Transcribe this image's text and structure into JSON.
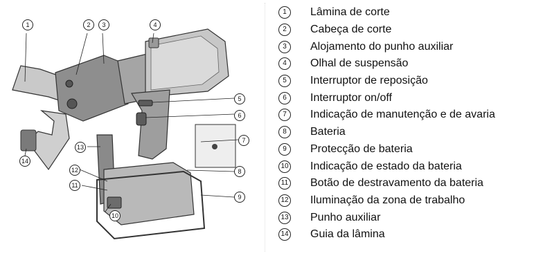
{
  "figure": {
    "callouts": [
      "1",
      "2",
      "3",
      "4",
      "5",
      "6",
      "7",
      "8",
      "9",
      "10",
      "11",
      "12",
      "13",
      "14"
    ]
  },
  "legend": [
    {
      "num": "1",
      "label": "Lâmina de corte"
    },
    {
      "num": "2",
      "label": "Cabeça de corte"
    },
    {
      "num": "3",
      "label": "Alojamento do punho auxiliar"
    },
    {
      "num": "4",
      "label": "Olhal de suspensão"
    },
    {
      "num": "5",
      "label": "Interruptor de reposição"
    },
    {
      "num": "6",
      "label": "Interruptor on/off"
    },
    {
      "num": "7",
      "label": "Indicação de manutenção e de avaria"
    },
    {
      "num": "8",
      "label": "Bateria"
    },
    {
      "num": "9",
      "label": "Protecção de bateria"
    },
    {
      "num": "10",
      "label": "Indicação de estado da bateria"
    },
    {
      "num": "11",
      "label": "Botão de destravamento da bateria"
    },
    {
      "num": "12",
      "label": "Iluminação da zona de trabalho"
    },
    {
      "num": "13",
      "label": "Punho auxiliar"
    },
    {
      "num": "14",
      "label": "Guia da lâmina"
    }
  ],
  "colors": {
    "tool_light": "#d9d9d9",
    "tool_mid": "#a8a8a8",
    "tool_dark": "#6e6e6e",
    "outline": "#333333"
  }
}
